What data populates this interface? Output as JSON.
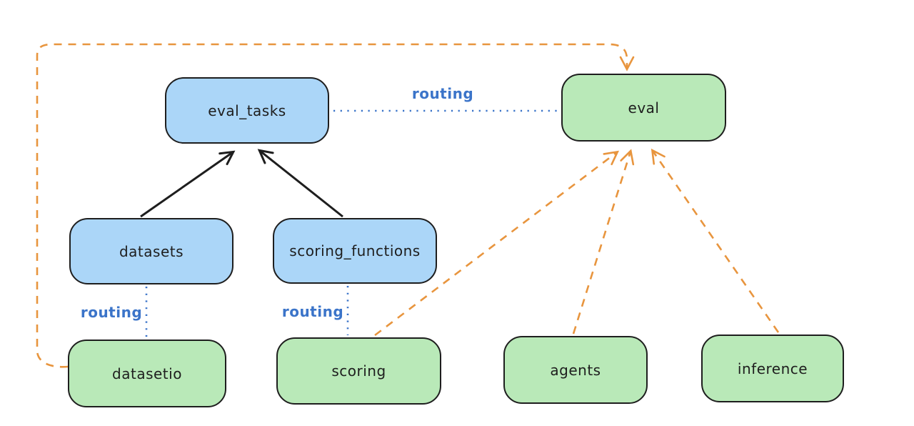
{
  "colors": {
    "bg": "#ffffff",
    "stroke": "#1e1e1e",
    "blue-fill": "#abd6f8",
    "green-fill": "#b9e9b8",
    "routing-blue": "#3b74c9",
    "orange": "#e8953e"
  },
  "nodes": [
    {
      "id": "eval_tasks",
      "label": "eval_tasks",
      "variant": "blue"
    },
    {
      "id": "eval",
      "label": "eval",
      "variant": "green"
    },
    {
      "id": "datasets",
      "label": "datasets",
      "variant": "blue"
    },
    {
      "id": "scoring_functions",
      "label": "scoring_functions",
      "variant": "blue"
    },
    {
      "id": "datasetio",
      "label": "datasetio",
      "variant": "green"
    },
    {
      "id": "scoring",
      "label": "scoring",
      "variant": "green"
    },
    {
      "id": "agents",
      "label": "agents",
      "variant": "green"
    },
    {
      "id": "inference",
      "label": "inference",
      "variant": "green"
    }
  ],
  "edge_labels": [
    {
      "text": "routing"
    },
    {
      "text": "routing"
    },
    {
      "text": "routing"
    }
  ],
  "edges": [
    {
      "from": "datasets",
      "to": "eval_tasks",
      "style": "solid",
      "color": "black",
      "arrow": true
    },
    {
      "from": "scoring_functions",
      "to": "eval_tasks",
      "style": "solid",
      "color": "black",
      "arrow": true
    },
    {
      "from": "eval_tasks",
      "to": "eval",
      "style": "dotted",
      "color": "blue",
      "arrow": false,
      "label": "routing"
    },
    {
      "from": "datasets",
      "to": "datasetio",
      "style": "dotted",
      "color": "blue",
      "arrow": false,
      "label": "routing"
    },
    {
      "from": "scoring_functions",
      "to": "scoring",
      "style": "dotted",
      "color": "blue",
      "arrow": false,
      "label": "routing"
    },
    {
      "from": "scoring",
      "to": "eval",
      "style": "dashed",
      "color": "orange",
      "arrow": true
    },
    {
      "from": "agents",
      "to": "eval",
      "style": "dashed",
      "color": "orange",
      "arrow": true
    },
    {
      "from": "inference",
      "to": "eval",
      "style": "dashed",
      "color": "orange",
      "arrow": true
    },
    {
      "from": "datasetio",
      "to": "eval",
      "style": "dashed",
      "color": "orange",
      "arrow": true,
      "route": "around-top-left"
    }
  ]
}
